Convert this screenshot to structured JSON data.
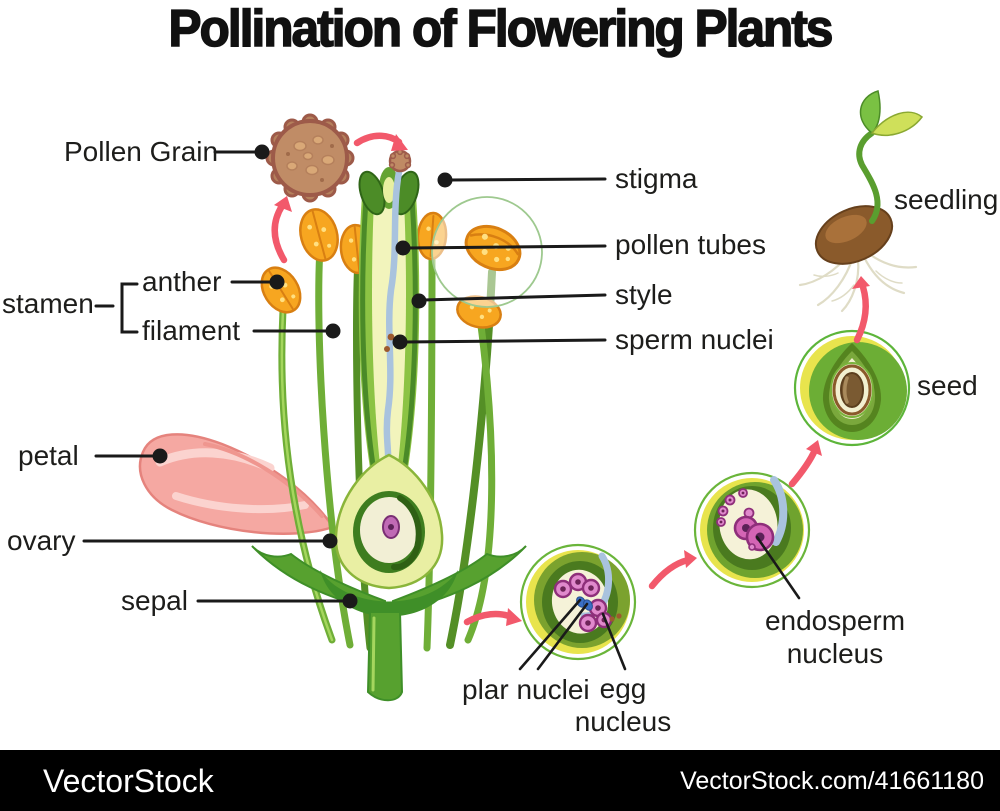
{
  "header": {
    "title": "Pollination of Flowering Plants"
  },
  "labels": {
    "pollen_grain": "Pollen Grain",
    "stamen": "stamen",
    "anther": "anther",
    "filament": "filament",
    "petal": "petal",
    "ovary": "ovary",
    "sepal": "sepal",
    "stigma": "stigma",
    "pollen_tubes": "pollen tubes",
    "style": "style",
    "sperm_nuclei": "sperm nuclei",
    "seedling": "seedling",
    "seed": "seed",
    "endosperm_nucleus": "endosperm nucleus",
    "plar_nuclei": "plar nuclei",
    "egg_nucleus": "egg nucleus"
  },
  "footer": {
    "brand": "VectorStock",
    "credit": "VectorStock.com/41661180"
  },
  "colors": {
    "arrow_pink": "#f2596b",
    "leader_black": "#1a1a1a",
    "petal_pink": "#f5a8a2",
    "anther_orange": "#f7a620",
    "leaf_green": "#57a12f",
    "pollen_brown": "#c08c66",
    "nucleus_pink": "#d465b5",
    "pollen_tube_blue": "#a9c3de",
    "footer_bg": "#000000"
  }
}
